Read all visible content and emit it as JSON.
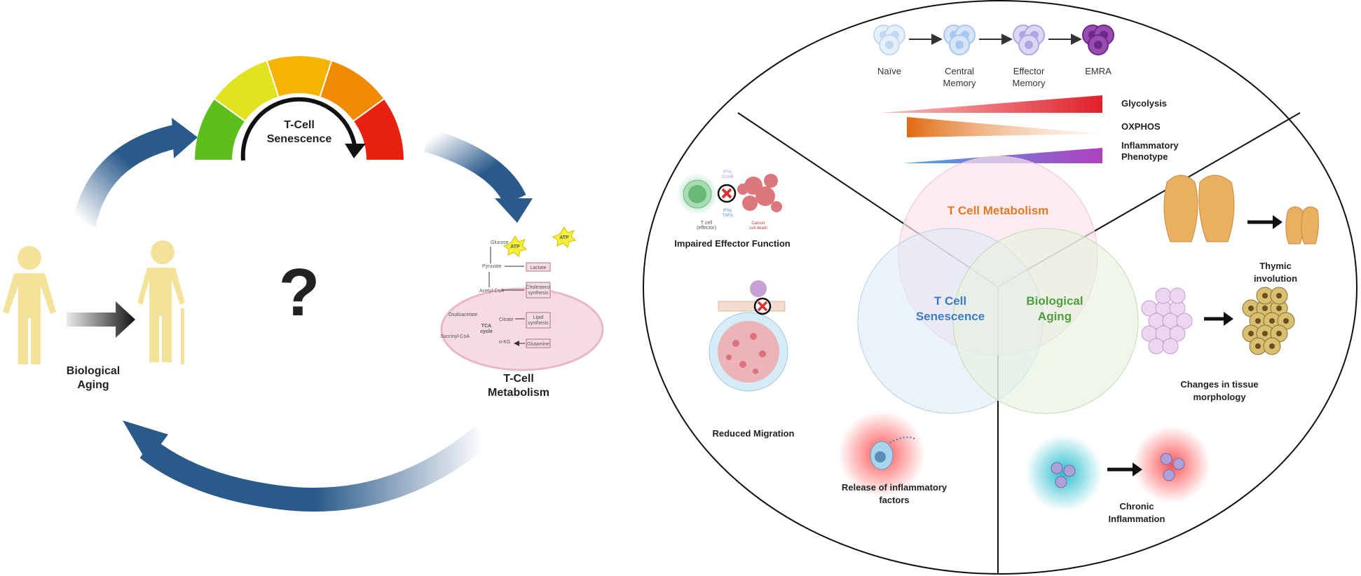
{
  "left_panel": {
    "gauge_label": [
      "T-Cell",
      "Senescence"
    ],
    "question": "?",
    "aging_label": [
      "Biological",
      "Aging"
    ],
    "metabolism_label": [
      "T-Cell",
      "Metabolism"
    ],
    "pathway": {
      "glucose": "Glucose",
      "pyruvate": "Pyruvate",
      "acetyl": "Acetyl-CoA",
      "oxaloacetate": "Oxaloacetate",
      "citrate": "Citrate",
      "succinyl": "Succinyl-CoA",
      "akg": "α-KG",
      "tca": [
        "TCA",
        "cycle"
      ],
      "atp": "ATP",
      "lactate": "Lactate",
      "cholesterol": [
        "Cholesterol",
        "synthesis"
      ],
      "lipid": [
        "Lipid",
        "synthesis"
      ],
      "glutamine": "Glutamine"
    },
    "gauge_colors": [
      "#5cbf1a",
      "#e2e21f",
      "#f5b400",
      "#f08a00",
      "#e8220f"
    ],
    "arrow_color": "#2a5a8a"
  },
  "right_panel": {
    "stages": [
      "Naïve",
      "Central Memory",
      "Effector Memory",
      "EMRA"
    ],
    "stages_lines": [
      [
        "Naïve"
      ],
      [
        "Central",
        "Memory"
      ],
      [
        "Effector",
        "Memory"
      ],
      [
        "EMRA"
      ]
    ],
    "gradients": {
      "glycolysis": "Glycolysis",
      "oxphos": "OXPHOS",
      "inflammatory": [
        "Inflammatory",
        "Phenotype"
      ]
    },
    "venn": {
      "metabolism": "T Cell Metabolism",
      "senescence": [
        "T Cell",
        "Senescence"
      ],
      "aging": [
        "Biological",
        "Aging"
      ]
    },
    "effector": {
      "label": "Impaired Effector Function",
      "t_cell": [
        "T cell",
        "(effector)"
      ],
      "cancer": [
        "Cancer",
        "cell death"
      ],
      "ifn_top": [
        "IFNγ",
        "GzmB"
      ],
      "ifn_bottom": [
        "IFNγ",
        "TNFα"
      ]
    },
    "migration": "Reduced Migration",
    "release": [
      "Release of inflammatory",
      "factors"
    ],
    "thymic": [
      "Thymic",
      "involution"
    ],
    "tissue": [
      "Changes in  tissue",
      "morphology"
    ],
    "chronic": [
      "Chronic",
      "Inflammation"
    ],
    "colors": {
      "metabolism": "#e07b20",
      "senescence": "#3b7cc4",
      "aging": "#4aa03c"
    }
  }
}
